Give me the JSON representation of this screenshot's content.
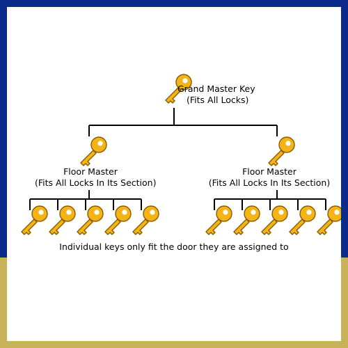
{
  "colors": {
    "frame_top": "#0b2a8a",
    "frame_bottom": "#c8b25a",
    "key_fill": "#f3b417",
    "key_outline": "#8a5a00",
    "line": "#000000"
  },
  "grand_master": {
    "icon": "key-icon",
    "title": "Grand Master Key",
    "subtitle": "(Fits All Locks)"
  },
  "floor_masters": [
    {
      "icon": "key-icon",
      "title": "Floor Master",
      "subtitle": "(Fits All Locks In Its Section)",
      "individual_key_count": 5
    },
    {
      "icon": "key-icon",
      "title": "Floor Master",
      "subtitle": "(Fits All Locks In Its Section)",
      "individual_key_count": 5
    }
  ],
  "caption": "Individual keys only fit the door they are assigned to"
}
